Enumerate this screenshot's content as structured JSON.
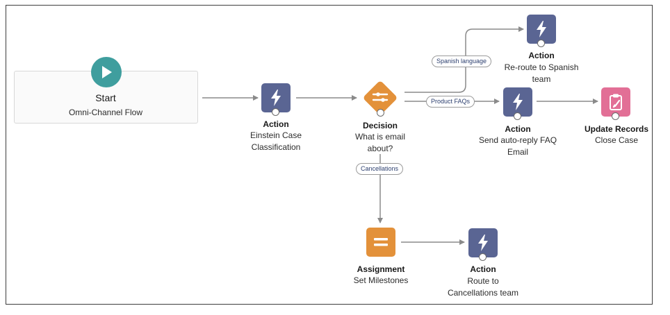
{
  "start": {
    "title": "Start",
    "subtitle": "Omni-Channel Flow",
    "icon": "play-icon",
    "color": "#3f9e9e"
  },
  "nodes": {
    "einstein_action": {
      "title": "Action",
      "lines": [
        "Einstein Case",
        "Classification"
      ],
      "icon": "lightning-icon",
      "color": "#5a6593"
    },
    "decision": {
      "title": "Decision",
      "lines": [
        "What is email",
        "about?"
      ],
      "icon": "decision-icon",
      "color": "#e3913a"
    },
    "spanish_action": {
      "title": "Action",
      "lines": [
        "Re-route to Spanish",
        "team"
      ],
      "icon": "lightning-icon",
      "color": "#5a6593"
    },
    "faq_action": {
      "title": "Action",
      "lines": [
        "Send auto-reply FAQ",
        "Email"
      ],
      "icon": "lightning-icon",
      "color": "#5a6593"
    },
    "update_records": {
      "title": "Update Records",
      "lines": [
        "Close Case"
      ],
      "icon": "clipboard-icon",
      "color": "#e26f96"
    },
    "assignment": {
      "title": "Assignment",
      "lines": [
        "Set Milestones"
      ],
      "icon": "equals-icon",
      "color": "#e3913a"
    },
    "cancellations_action": {
      "title": "Action",
      "lines": [
        "Route to",
        "Cancellations team"
      ],
      "icon": "lightning-icon",
      "color": "#5a6593"
    }
  },
  "branches": {
    "spanish": "Spanish language",
    "faq": "Product FAQs",
    "cancellations": "Cancellations"
  },
  "colors": {
    "connector": "#8a8a8a",
    "pill_text": "#2b3e6e",
    "frame": "#3c3c3c"
  }
}
